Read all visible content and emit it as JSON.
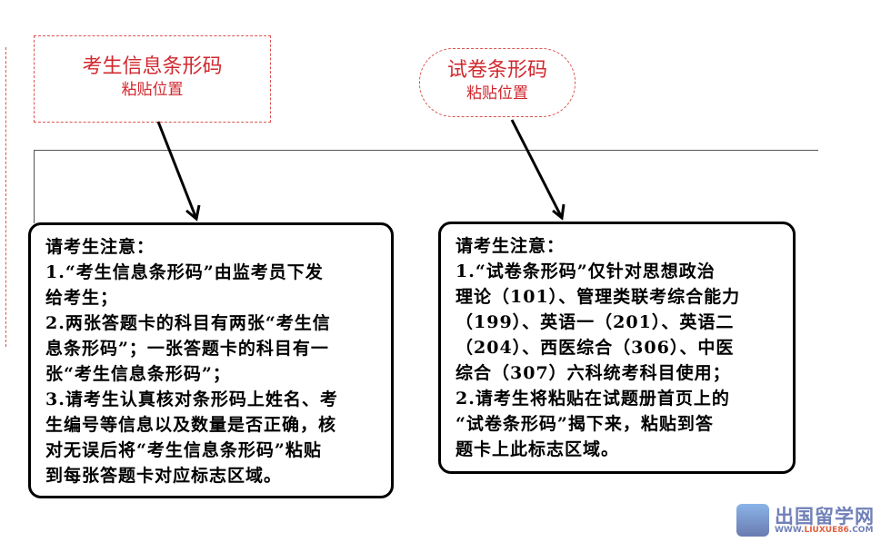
{
  "student_barcode": {
    "title": "考生信息条形码",
    "subtitle": "粘贴位置"
  },
  "paper_barcode": {
    "title": "试卷条形码",
    "subtitle": "粘贴位置"
  },
  "left_notice": {
    "lines": [
      "请考生注意：",
      "1.“考生信息条形码”由监考员下发",
      "给考生；",
      "2.两张答题卡的科目有两张“考生信",
      "息条形码”；一张答题卡的科目有一",
      "张“考生信息条形码”；",
      "3.请考生认真核对条形码上姓名、考",
      "生编号等信息以及数量是否正确，核",
      "对无误后将“考生信息条形码”粘贴",
      "到每张答题卡对应标志区域。"
    ]
  },
  "right_notice": {
    "lines": [
      "请考生注意：",
      "1.“试卷条形码”仅针对思想政治",
      "理论（101）、管理类联考综合能力",
      "（199）、英语一（201）、英语二",
      "（204）、西医综合（306）、中医",
      "综合（307）六科统考科目使用；",
      "2.请考生将粘贴在试题册首页上的",
      "“试卷条形码”揭下来，粘贴到答",
      "题卡上此标志区域。"
    ]
  },
  "watermark": {
    "name": "出国留学网",
    "url_prefix": "WWW.",
    "url_mid": "LIUXUE86",
    "url_suffix": ".COM"
  }
}
